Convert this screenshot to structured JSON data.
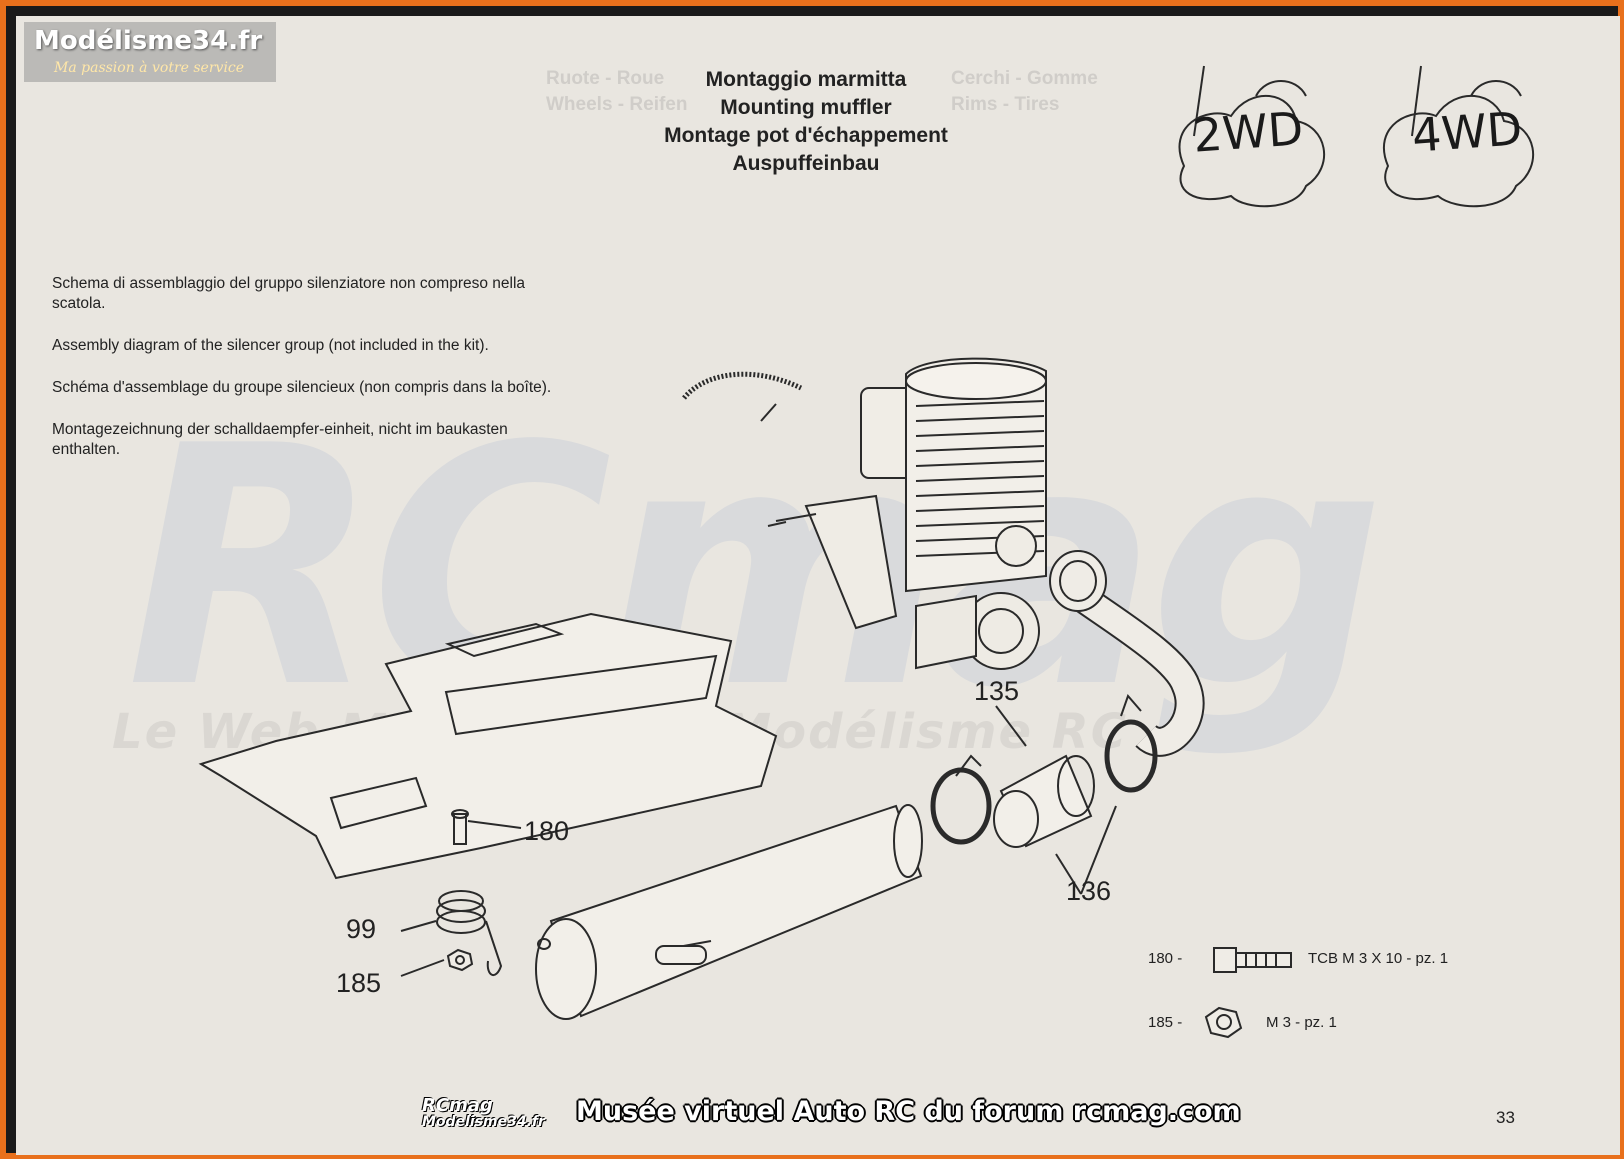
{
  "watermark": {
    "site": "Modélisme34.fr",
    "slogan": "Ma passion à votre service",
    "center_brand": "RCmag",
    "center_tagline": "Le Web Magazine du Modélisme RC"
  },
  "headings": [
    "Montaggio marmitta",
    "Mounting muffler",
    "Montage pot d'échappement",
    "Auspuffeinbau"
  ],
  "ghost_headings": {
    "left": [
      "Ruote - Roue",
      "Wheels - Reifen"
    ],
    "right": [
      "Cerchi - Gomme",
      "Rims - Tires"
    ]
  },
  "badges": [
    "2WD",
    "4WD"
  ],
  "description": [
    "Schema di assemblaggio del gruppo silenziatore non compreso nella scatola.",
    "Assembly diagram of the silencer group (not included in the kit).",
    "Schéma d'assemblage du groupe silencieux (non compris dans la boîte).",
    "Montagezeichnung der schalldaempfer-einheit, nicht im baukasten enthalten."
  ],
  "callouts": {
    "c135": "135",
    "c136": "136",
    "c180": "180",
    "c99": "99",
    "c185": "185"
  },
  "legend": [
    {
      "code": "180 -",
      "desc": "TCB M 3 X 10 - pz. 1"
    },
    {
      "code": "185 -",
      "desc": "M 3 - pz. 1"
    }
  ],
  "footer": {
    "logo_line1": "RCmag",
    "logo_line2": "Modelisme34.fr",
    "title": "Musée virtuel Auto RC du forum rcmag.com",
    "page_number": "33"
  }
}
